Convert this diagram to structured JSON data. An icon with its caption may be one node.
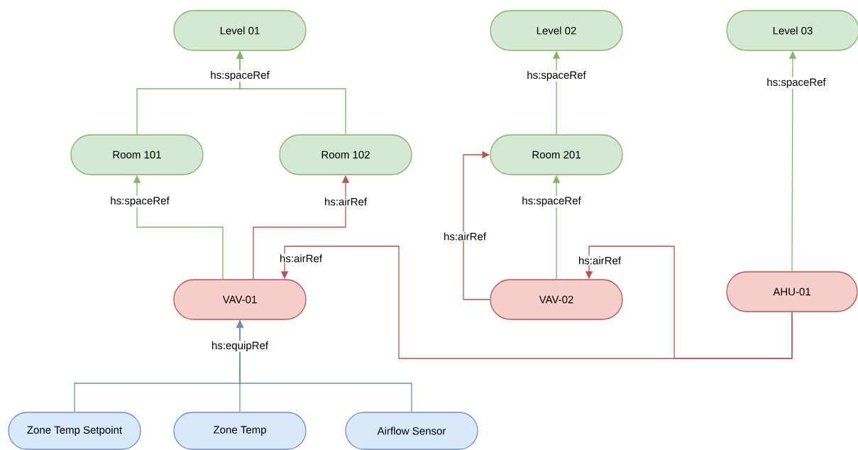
{
  "diagram": {
    "nodes": [
      {
        "text": [
          "Level 01"
        ]
      },
      {
        "text": [
          "Level 02"
        ]
      },
      {
        "text": [
          "Level 03"
        ]
      },
      {
        "text": [
          "Room 101"
        ]
      },
      {
        "text": [
          "Room 102"
        ]
      },
      {
        "text": [
          "Room 201"
        ]
      },
      {
        "text": [
          "VAV-01"
        ]
      },
      {
        "text": [
          "VAV-02"
        ]
      },
      {
        "text": [
          "AHU-01"
        ]
      },
      {
        "text": [
          "Zone Temp Setpoint"
        ]
      },
      {
        "text": [
          "Zone Temp"
        ]
      },
      {
        "text": [
          "Airflow Sensor"
        ]
      }
    ],
    "edges": [
      {
        "from": 3,
        "to": 0,
        "arrow": "to",
        "label": "hs:spaceRef"
      },
      {
        "from": 4,
        "to": 0,
        "arrow": "to"
      },
      {
        "from": 5,
        "to": 1,
        "arrow": "to",
        "label": "hs:spaceRef"
      },
      {
        "from": 8,
        "to": 2,
        "arrow": "to",
        "label": "hs:spaceRef"
      },
      {
        "from": 6,
        "to": 3,
        "arrow": "to",
        "label": "hs:spaceRef"
      },
      {
        "from": 6,
        "to": 4,
        "arrow": "to",
        "label": "hs:airRef",
        "color": "#b85450"
      },
      {
        "from": 7,
        "to": 5,
        "arrow": "to",
        "label": "hs:spaceRef"
      },
      {
        "from": 7,
        "to": 5,
        "arrow": "to",
        "label": "hs:airRef",
        "color": "#b85450"
      },
      {
        "from": 8,
        "to": 6,
        "arrow": "to",
        "label": "hs:airRef",
        "color": "#b85450"
      },
      {
        "from": 8,
        "to": 7,
        "arrow": "to",
        "label": "hs:airRef",
        "color": "#b85450"
      },
      {
        "from": 9,
        "to": 6,
        "arrow": "to",
        "color": "#6c8ebf"
      },
      {
        "from": 10,
        "to": 6,
        "arrow": "to",
        "label": "hs:equipRef",
        "color": "#6c8ebf"
      },
      {
        "from": 11,
        "to": 6,
        "arrow": "to",
        "color": "#6c8ebf"
      }
    ]
  }
}
